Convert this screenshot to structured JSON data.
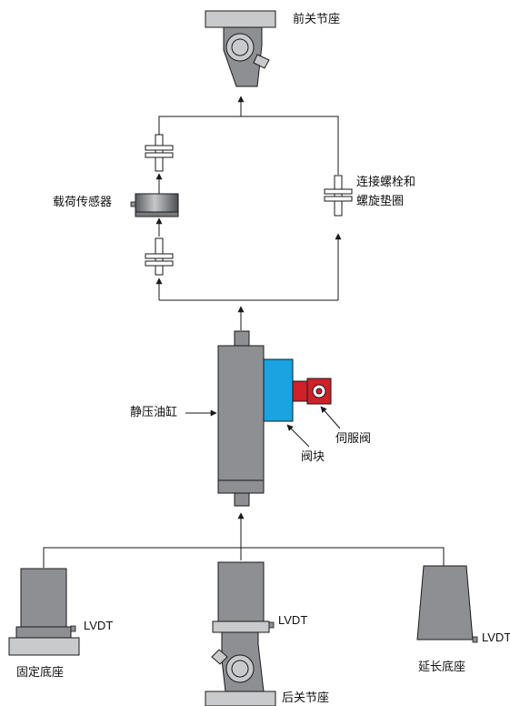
{
  "labels": {
    "front_joint_base": "前关节座",
    "load_cell": "载荷传感器",
    "bolt_washer_line1": "连接螺栓和",
    "bolt_washer_line2": "螺旋垫圈",
    "hydrostatic_cylinder": "静压油缸",
    "servo_valve": "伺服阀",
    "valve_block": "阀块",
    "lvdt_left": "LVDT",
    "lvdt_center": "LVDT",
    "lvdt_right": "LVDT",
    "fixed_base": "固定底座",
    "rear_joint_base": "后关节座",
    "extended_base": "延长底座"
  },
  "colors": {
    "line": "#1a1a1a",
    "body_gray": "#8e8f93",
    "plate_gray": "#c9cacc",
    "valve_block_blue": "#1aa3e0",
    "servo_red": "#d0202a"
  }
}
